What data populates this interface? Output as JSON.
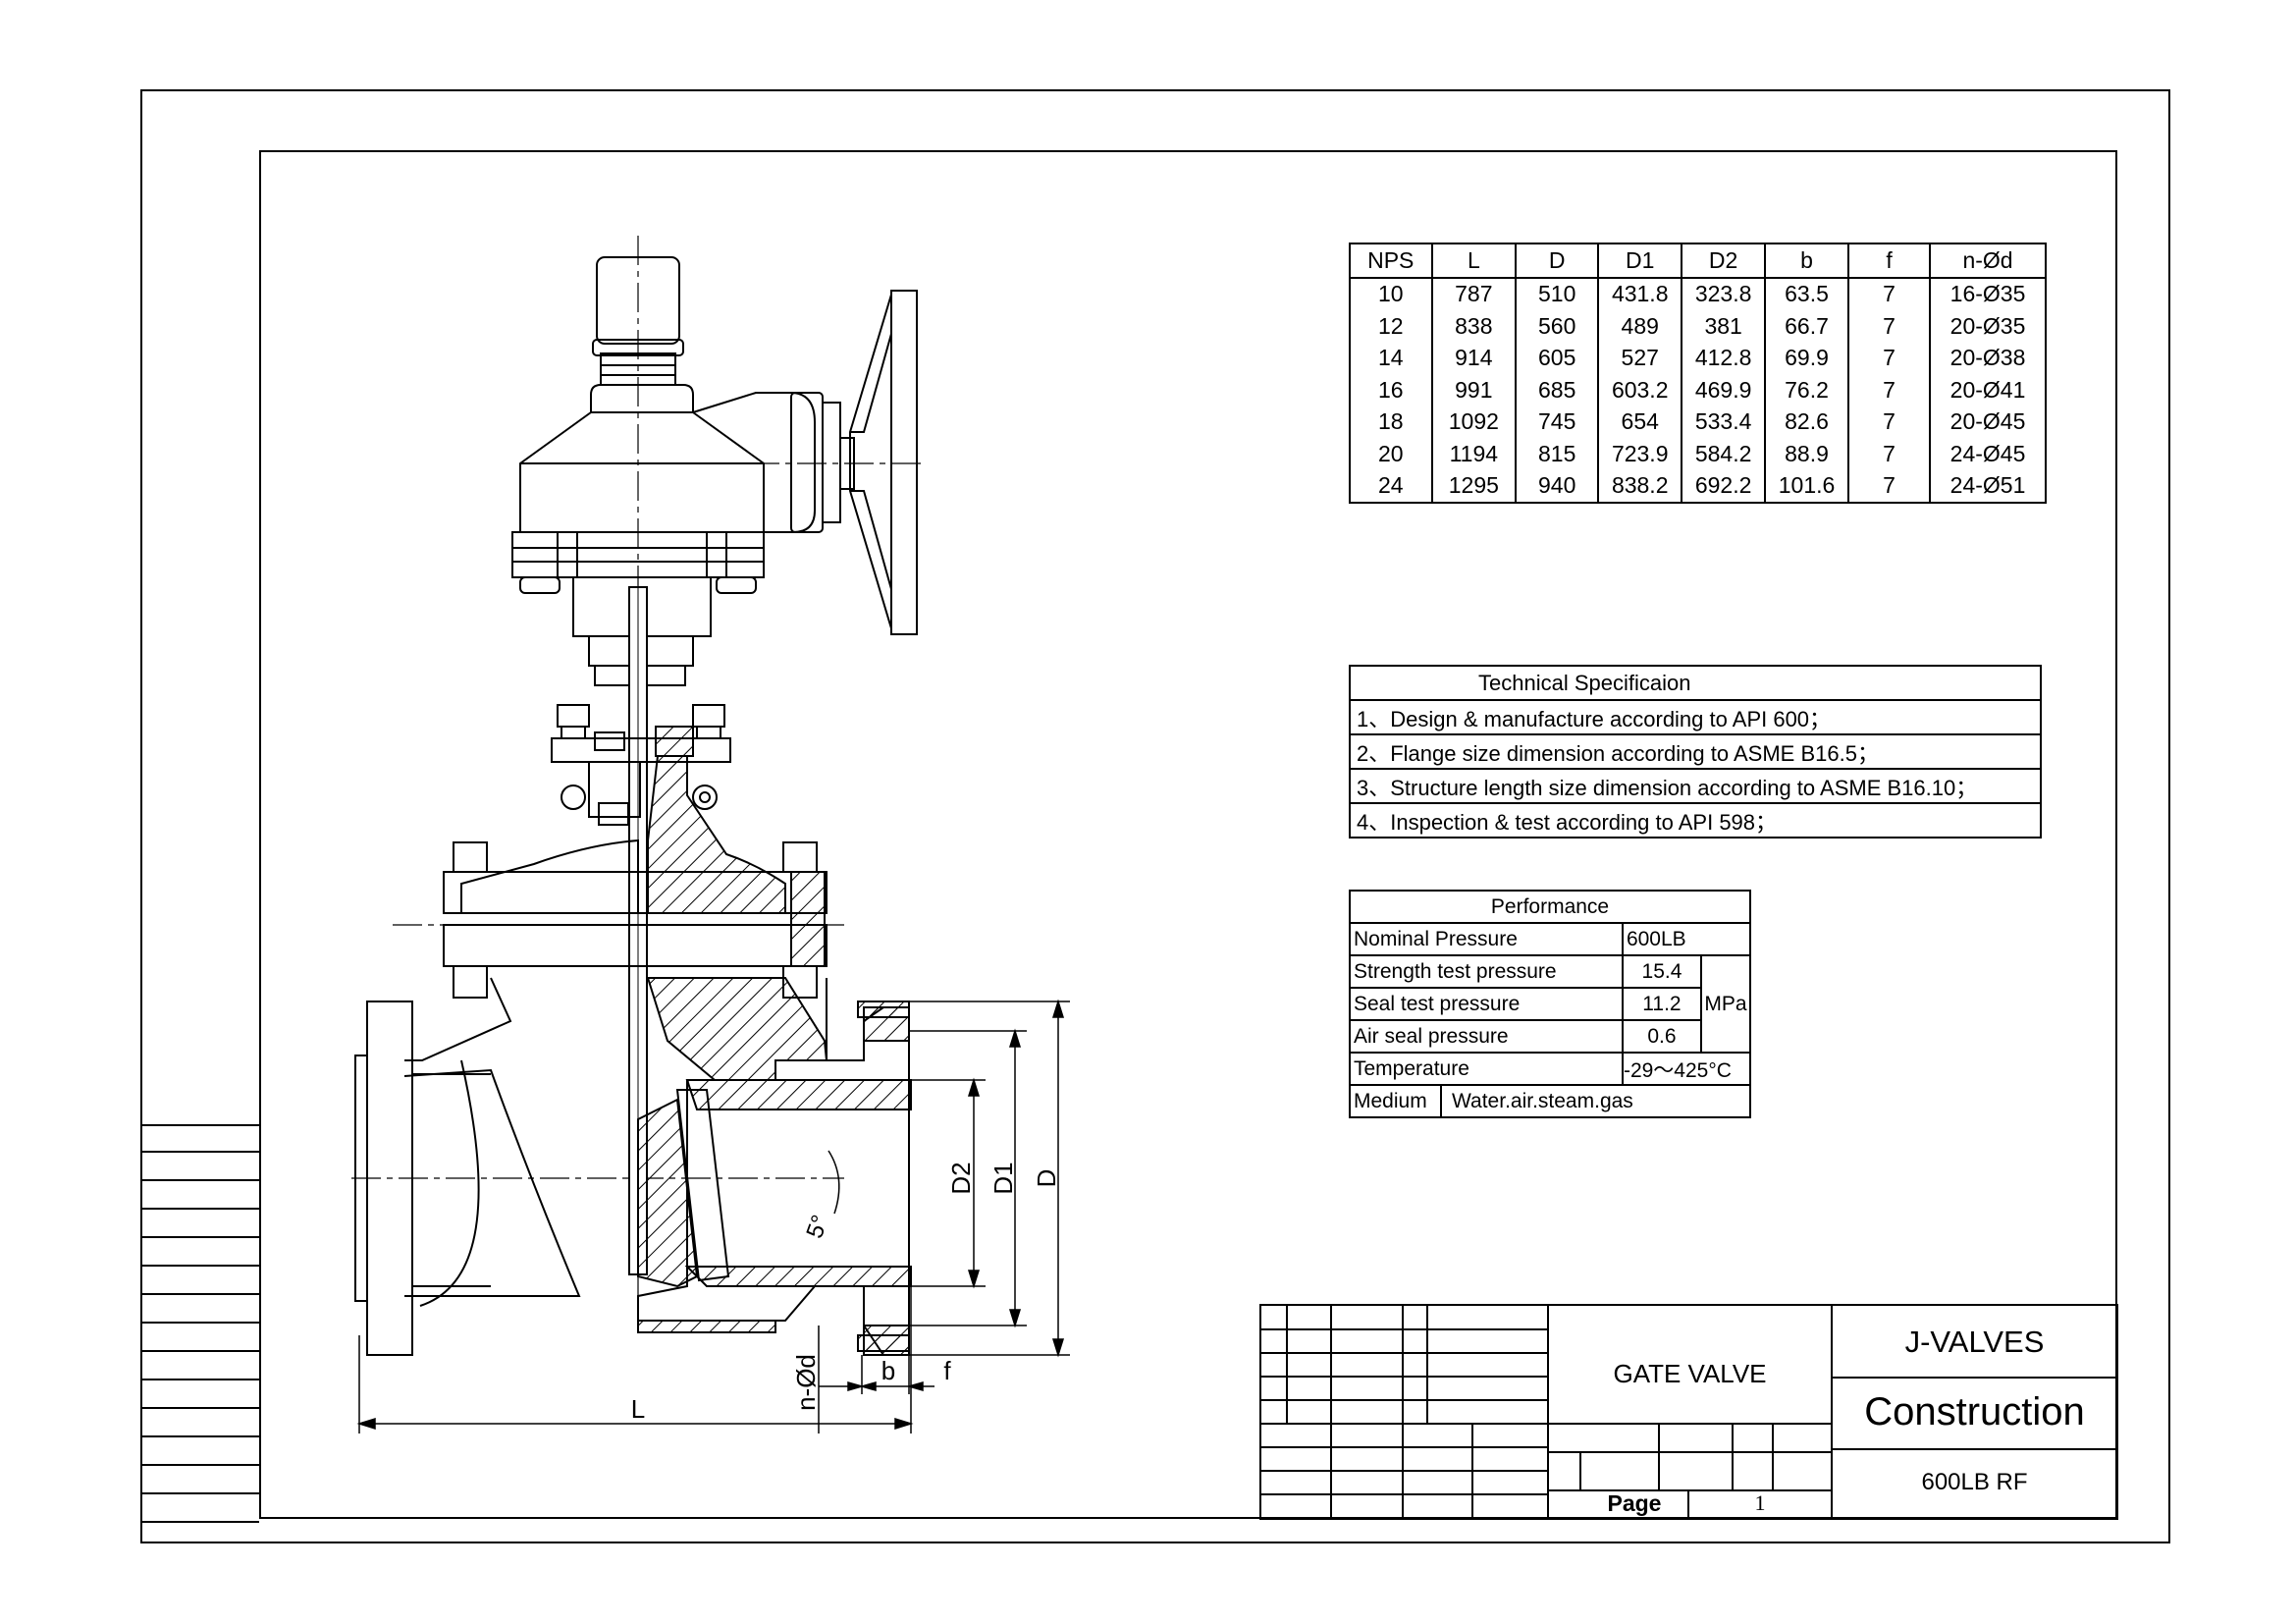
{
  "dimension_table": {
    "headers": [
      "NPS",
      "L",
      "D",
      "D1",
      "D2",
      "b",
      "f",
      "n-Ød"
    ],
    "rows": [
      [
        "10",
        "787",
        "510",
        "431.8",
        "323.8",
        "63.5",
        "7",
        "16-Ø35"
      ],
      [
        "12",
        "838",
        "560",
        "489",
        "381",
        "66.7",
        "7",
        "20-Ø35"
      ],
      [
        "14",
        "914",
        "605",
        "527",
        "412.8",
        "69.9",
        "7",
        "20-Ø38"
      ],
      [
        "16",
        "991",
        "685",
        "603.2",
        "469.9",
        "76.2",
        "7",
        "20-Ø41"
      ],
      [
        "18",
        "1092",
        "745",
        "654",
        "533.4",
        "82.6",
        "7",
        "20-Ø45"
      ],
      [
        "20",
        "1194",
        "815",
        "723.9",
        "584.2",
        "88.9",
        "7",
        "24-Ø45"
      ],
      [
        "24",
        "1295",
        "940",
        "838.2",
        "692.2",
        "101.6",
        "7",
        "24-Ø51"
      ]
    ]
  },
  "technical_spec": {
    "title": "Technical Specificaion",
    "items": [
      "1、Design & manufacture according to API 600；",
      "2、Flange size dimension according to ASME B16.5；",
      "3、Structure length size dimension according to ASME B16.10；",
      "4、Inspection & test according to API 598；"
    ]
  },
  "performance": {
    "title": "Performance",
    "nominal_pressure_label": "Nominal Pressure",
    "nominal_pressure_value": "600LB",
    "strength_label": "Strength test pressure",
    "strength_value": "15.4",
    "seal_label": "Seal test pressure",
    "seal_value": "11.2",
    "air_label": "Air seal pressure",
    "air_value": "0.6",
    "unit": "MPa",
    "temperature_label": "Temperature",
    "temperature_value": "-29～425°C",
    "medium_label": "Medium",
    "medium_value": "Water.air.steam.gas"
  },
  "drawing_labels": {
    "L": "L",
    "D": "D",
    "D1": "D1",
    "D2": "D2",
    "b": "b",
    "f": "f",
    "nd": "n-Ød",
    "angle": "5°"
  },
  "title_block": {
    "product": "GATE VALVE",
    "company": "J-VALVES",
    "drawing_type": "Construction",
    "rating": "600LB RF",
    "page_label": "Page",
    "page_number": "1"
  }
}
